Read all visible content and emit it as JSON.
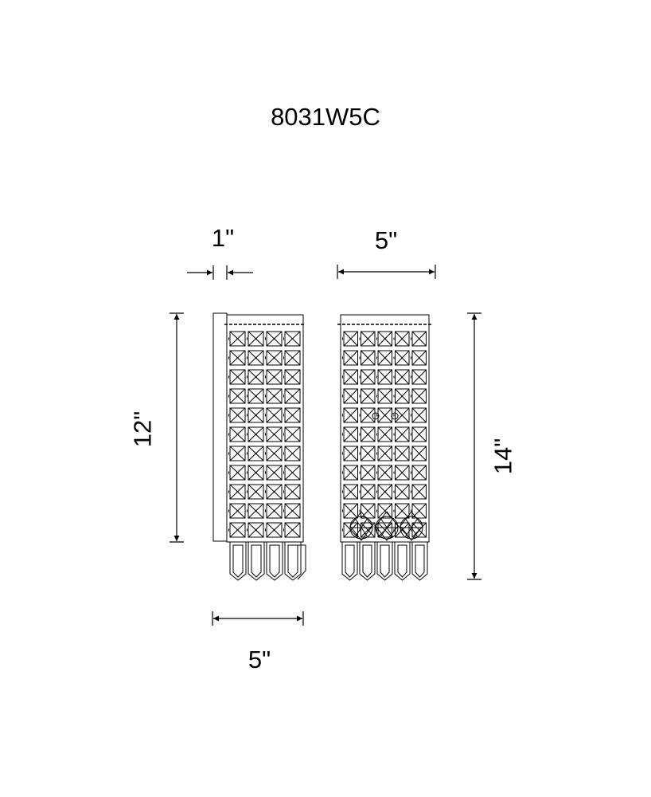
{
  "title": "8031W5C",
  "dimensions": {
    "depth": "1\"",
    "top_width": "5\"",
    "bottom_width": "5\"",
    "height_left": "12\"",
    "height_right": "14\""
  },
  "colors": {
    "line": "#000000",
    "background": "#ffffff"
  }
}
